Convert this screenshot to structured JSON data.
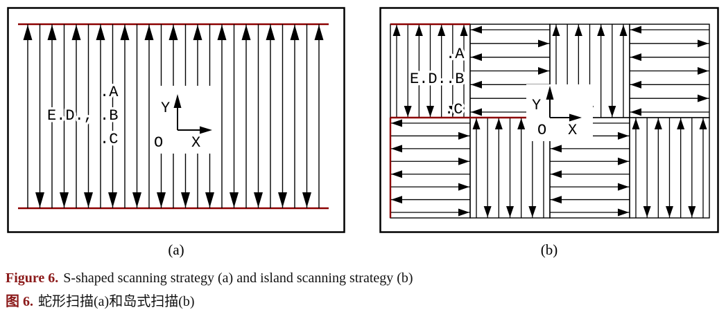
{
  "colors": {
    "line_black": "#000000",
    "scan_red": "#8B0000",
    "caption_accent": "#8B1A1A",
    "background": "#FFFFFF"
  },
  "panel_a": {
    "sublabel": "(a)",
    "label_ed": "E.D.,",
    "label_a": ".A",
    "label_b": ".B",
    "label_c": ".C",
    "axis_y": "Y",
    "axis_o": "O",
    "axis_x": "X",
    "scan_lines": 25
  },
  "panel_b": {
    "sublabel": "(b)",
    "label_ed": "E.D.",
    "label_a": ".A",
    "label_b": ".B",
    "label_c": ".C",
    "axis_y": "Y",
    "axis_o": "O",
    "axis_x": "X",
    "grid_rows": 2,
    "grid_cols": 4,
    "island_scan_lines": 7
  },
  "caption": {
    "en_prefix": "Figure 6.",
    "en_text": "S-shaped scanning strategy (a) and island scanning strategy (b)",
    "zh_prefix": "图 6.",
    "zh_text": "蛇形扫描(a)和岛式扫描(b)"
  }
}
